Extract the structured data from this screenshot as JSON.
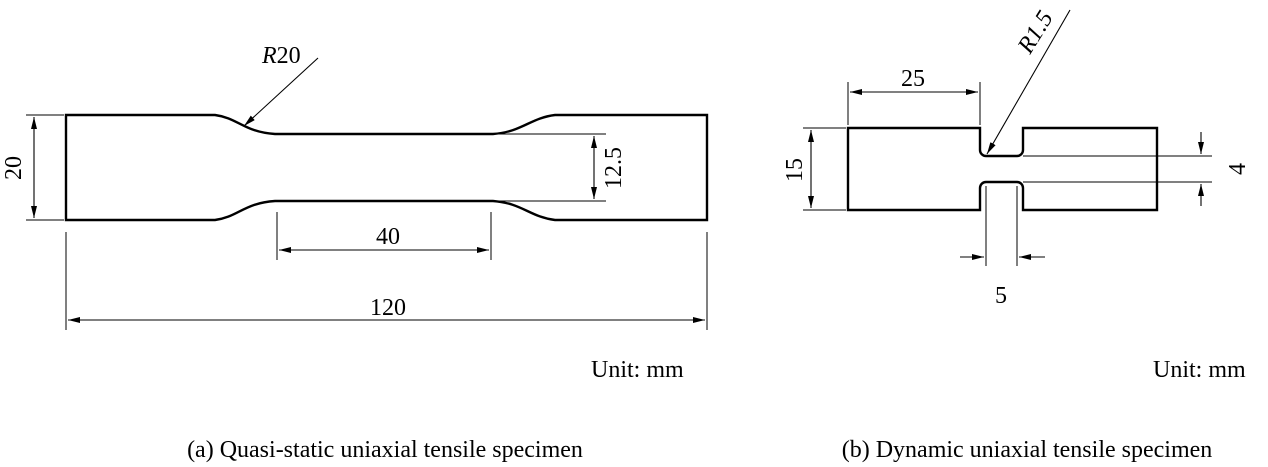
{
  "panel_a": {
    "radius_prefix": "R",
    "radius_value": "20",
    "dim_height": "20",
    "dim_neck_width": "12.5",
    "dim_gauge_length": "40",
    "dim_total_length": "120",
    "unit": "Unit: mm",
    "caption": "(a) Quasi-static uniaxial tensile specimen"
  },
  "panel_b": {
    "radius_label": "R1.5",
    "dim_grip_length": "25",
    "dim_height": "15",
    "dim_neck_width": "4",
    "dim_gauge_length": "5",
    "unit": "Unit: mm",
    "caption": "(b) Dynamic uniaxial tensile specimen"
  }
}
